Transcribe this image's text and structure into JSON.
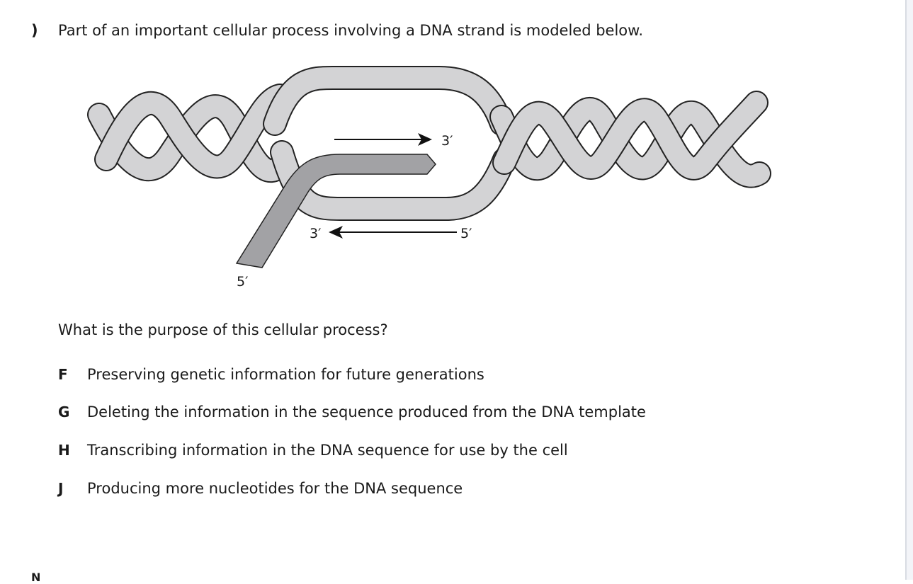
{
  "question": {
    "marker": ")",
    "stem": "Part of an important cellular process involving a DNA strand is modeled below.",
    "prompt": "What is the purpose of this cellular process?",
    "options": [
      {
        "letter": "F",
        "text": "Preserving genetic information for future generations"
      },
      {
        "letter": "G",
        "text": "Deleting the information in the sequence produced from the DNA template"
      },
      {
        "letter": "H",
        "text": "Transcribing information in the DNA sequence for use by the cell"
      },
      {
        "letter": "J",
        "text": "Producing more nucleotides for the DNA sequence"
      }
    ]
  },
  "diagram": {
    "label_top_3": "3′",
    "label_bottom_3": "3′",
    "label_bottom_5": "5′",
    "label_strand_5": "5′",
    "colors": {
      "strand": "#d3d3d5",
      "new_strand": "#a2a2a5",
      "outline": "#222222"
    }
  },
  "footer": {
    "cut_marker": "N"
  }
}
